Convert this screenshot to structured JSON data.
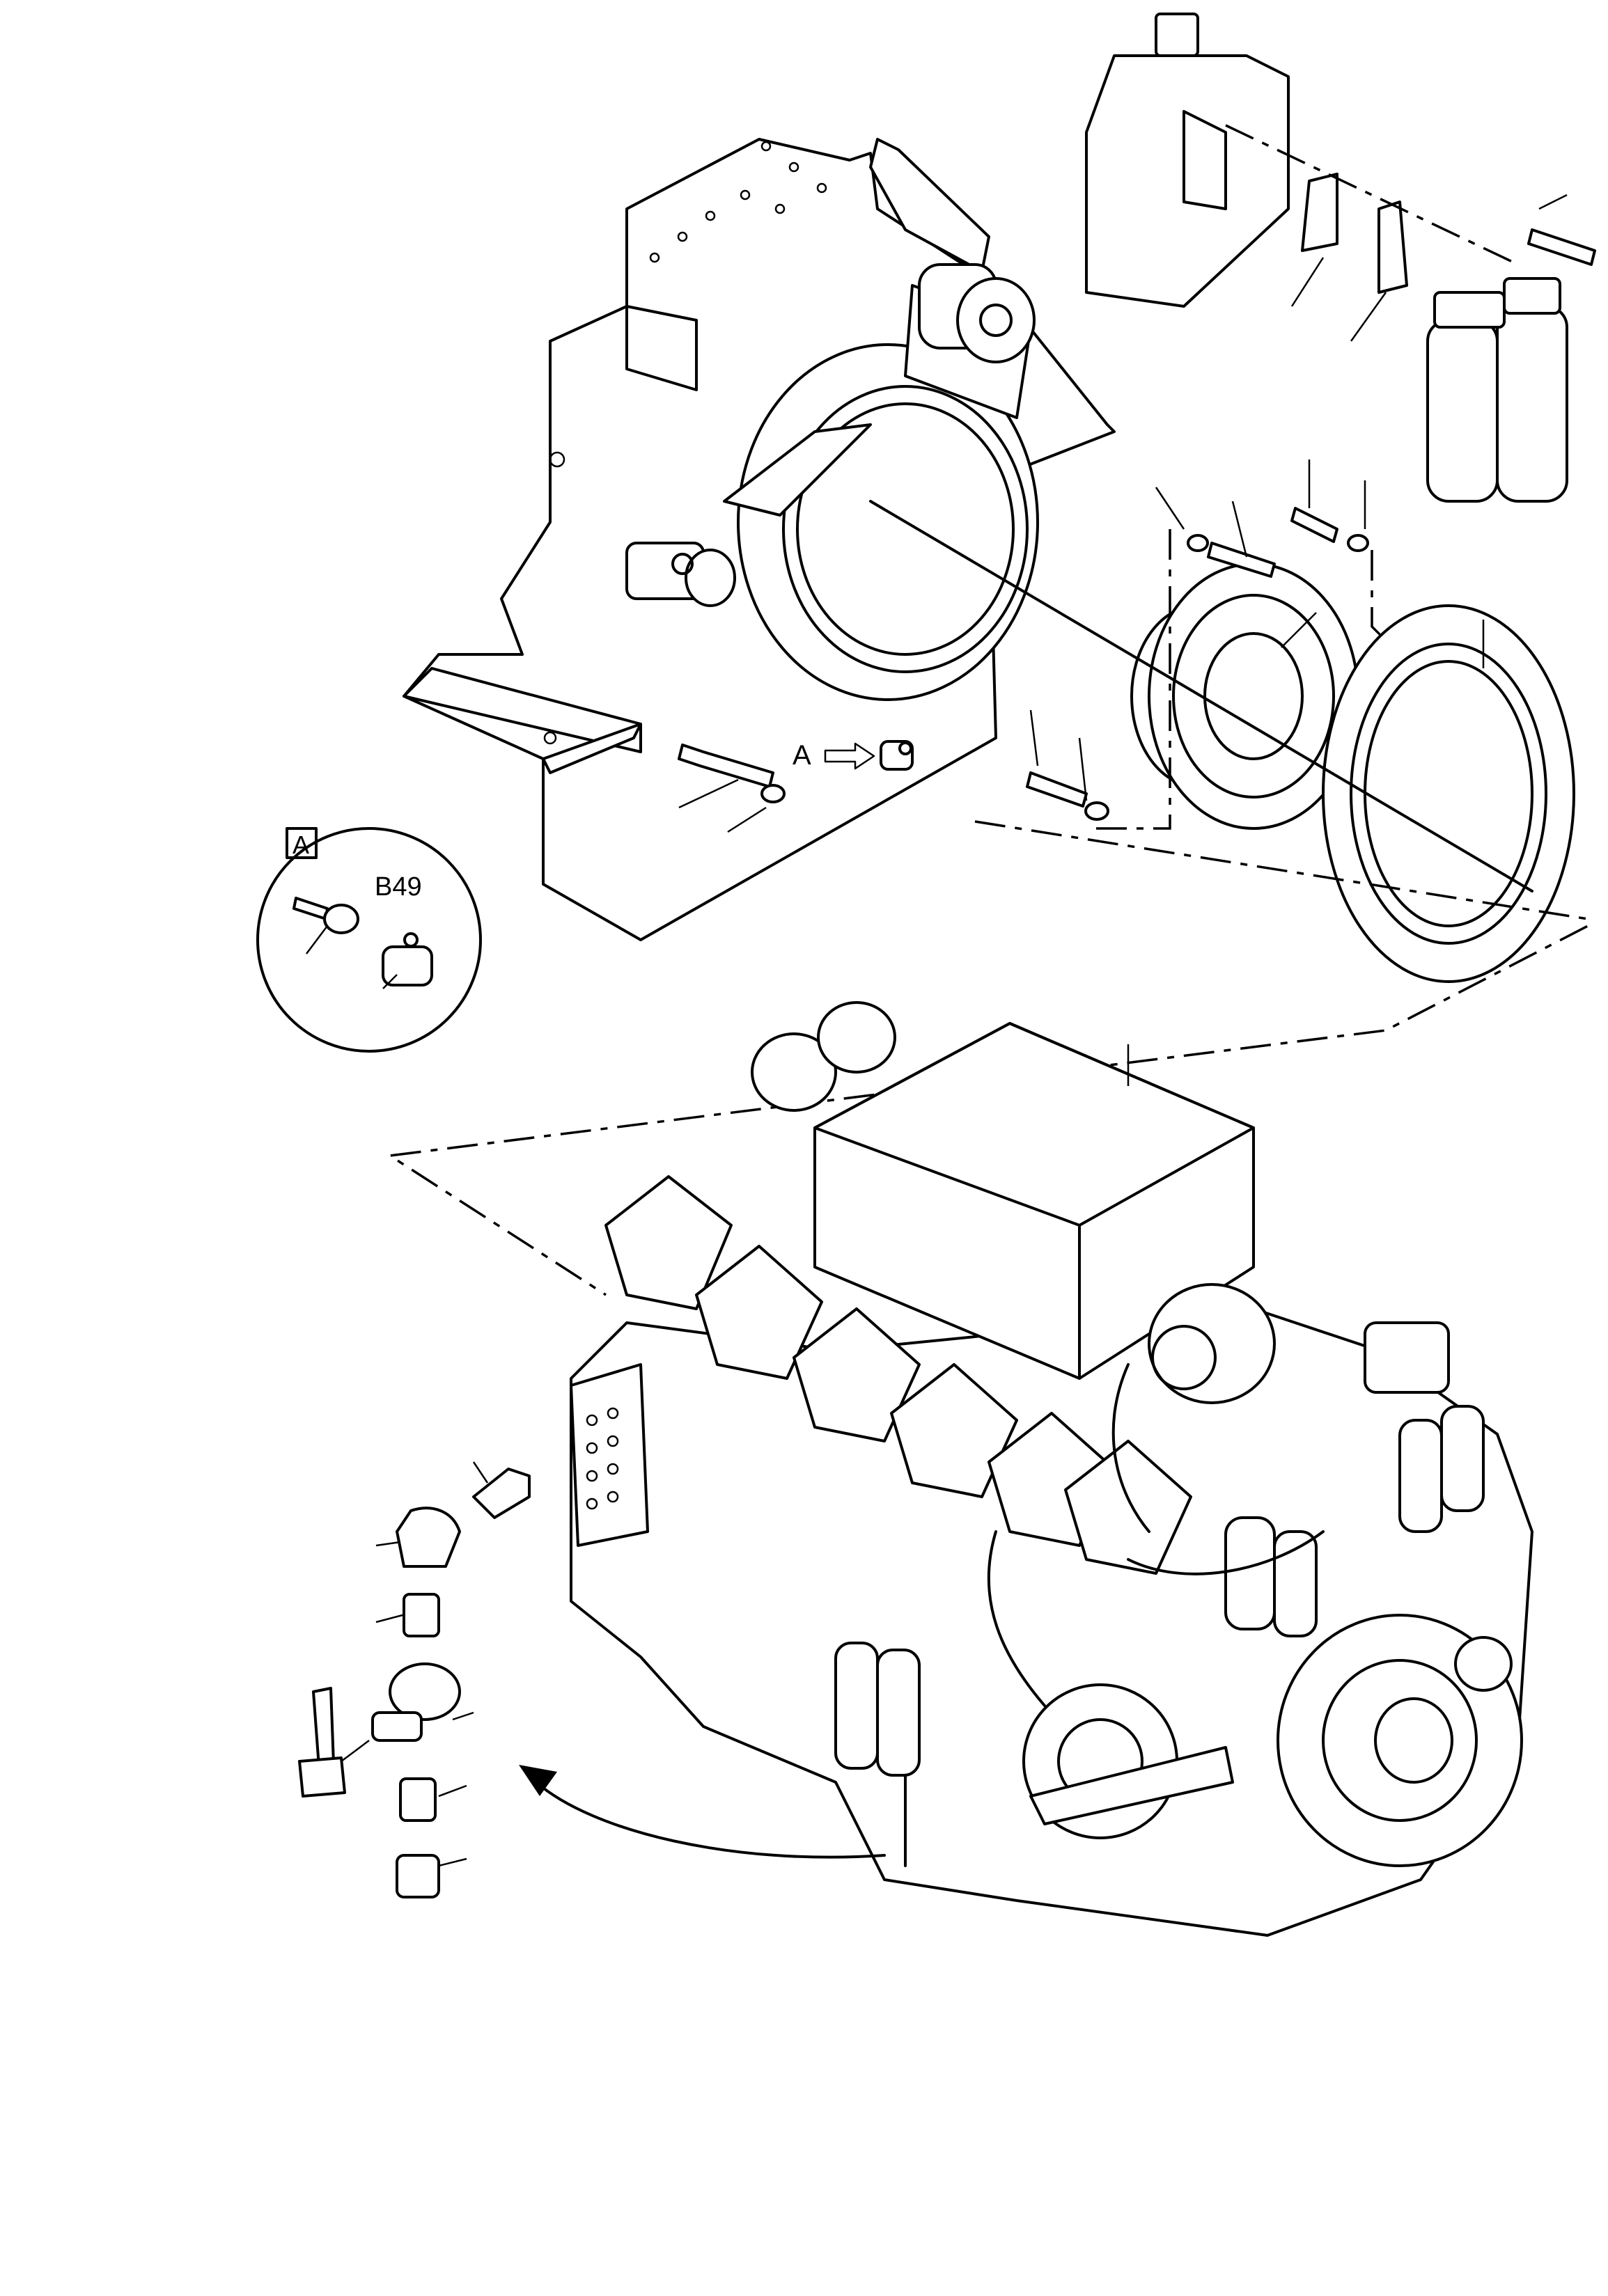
{
  "callouts": {
    "view_marker": "A",
    "detail_box_label": "A",
    "sensor_code": "B49"
  },
  "icons": {
    "flow_arrow": "curved-arrow-icon",
    "view_arrow": "hollow-arrow-icon"
  }
}
